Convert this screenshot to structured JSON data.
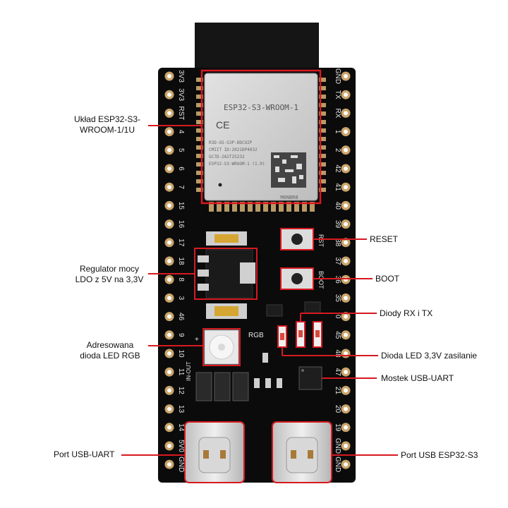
{
  "module": {
    "title": "ESP32-S3-WROOM-1",
    "ce_mark": "CE",
    "lines": [
      "R3D-G5-S3P-DDCGIP",
      "CMIIT ID:2021DP4032",
      "GC7D-2A2T25232",
      "ESP32-S3-WROOM-1 (1.0)"
    ],
    "footer": "M0NBR8"
  },
  "board": {
    "rgb_label": "RGB",
    "in_out_label": "IN-OUT",
    "rst_label": "RST",
    "boot_label": "BOOT",
    "left_pins": [
      "3V3",
      "3V3",
      "RST",
      "4",
      "5",
      "6",
      "7",
      "15",
      "16",
      "17",
      "18",
      "8",
      "3",
      "46",
      "9",
      "10",
      "11",
      "12",
      "13",
      "14",
      "5V0",
      "GND"
    ],
    "right_pins": [
      "GND",
      "TX",
      "RX",
      "1",
      "2",
      "42",
      "41",
      "40",
      "39",
      "38",
      "37",
      "36",
      "35",
      "0",
      "45",
      "48",
      "47",
      "21",
      "20",
      "19",
      "GND",
      "GND"
    ]
  },
  "annotations": {
    "module": [
      "Układ ESP32-S3-",
      "WROOM-1/1U"
    ],
    "regulator": [
      "Regulator mocy",
      "LDO z 5V na 3,3V"
    ],
    "rgb_led": [
      "Adresowana",
      "dioda LED RGB"
    ],
    "usb_uart_port": "Port USB-UART",
    "reset": "RESET",
    "boot": "BOOT",
    "rx_tx": "Diody RX i TX",
    "power_led": "Dioda LED 3,3V zasilanie",
    "usb_bridge": "Mostek USB-UART",
    "usb_s3_port": "Port USB ESP32-S3"
  },
  "colors": {
    "pcb": "#0b0b0b",
    "silk": "#e6e6e6",
    "gold": "#c9a46a",
    "annotation": "#d71920"
  }
}
